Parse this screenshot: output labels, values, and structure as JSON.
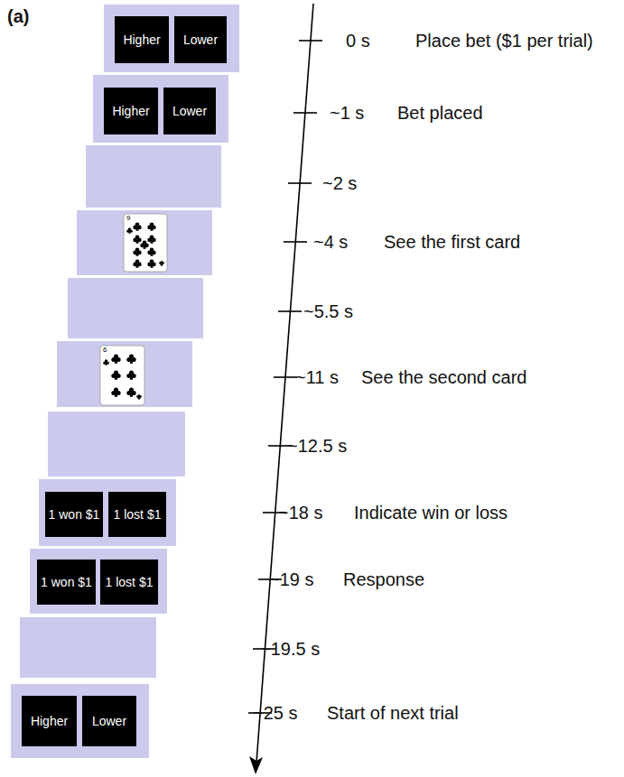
{
  "diagram": {
    "nodes": [
      {
        "text": [
          "Higher"
        ]
      },
      {
        "text": [
          "Lower"
        ]
      },
      {
        "text": [
          "Higher"
        ]
      },
      {
        "text": [
          "Lower"
        ]
      },
      {
        "text": [
          "1 won $1"
        ]
      },
      {
        "text": [
          "1 lost $1"
        ]
      },
      {
        "text": [
          "1 won $1"
        ]
      },
      {
        "text": [
          "1 lost $1"
        ]
      },
      {
        "text": [
          "Higher"
        ]
      },
      {
        "text": [
          "Lower"
        ]
      }
    ],
    "labels": [
      "(a)",
      "9",
      "6",
      "0 s",
      "Place bet ($1 per trial)",
      "~1 s",
      "Bet placed",
      "~2 s",
      "~4 s",
      "See the first card",
      "~5.5 s",
      "~11 s",
      "See the second card",
      "~12.5 s",
      "~18 s",
      "Indicate win or loss",
      "~19 s",
      "Response",
      "~19.5 s",
      "~25 s",
      "Start of next trial"
    ]
  }
}
